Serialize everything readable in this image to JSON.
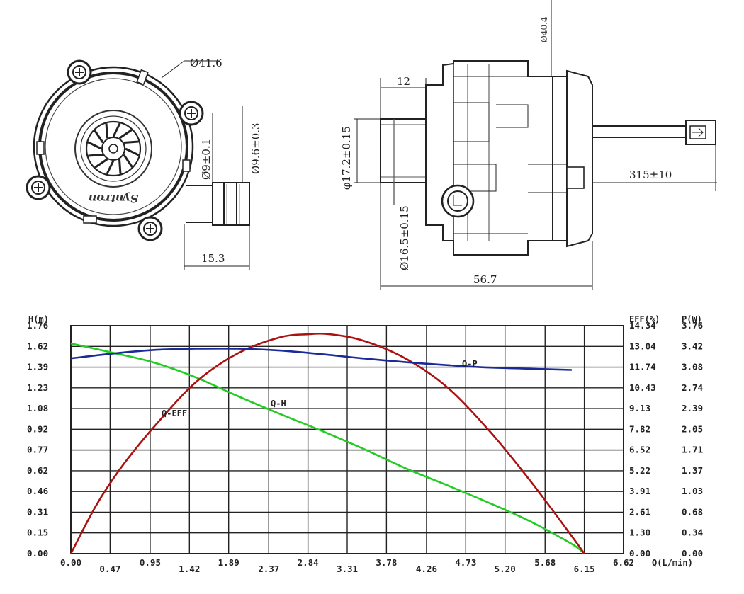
{
  "dimensions": {
    "housing_dia": "Ø41.6",
    "outlet_dia_small": "Ø9±0.1",
    "outlet_dia_large": "Ø9.6±0.3",
    "outlet_length": "15.3",
    "inlet_length": "12",
    "inlet_dia_outer": "φ17.2±0.15",
    "inlet_dia_inner": "Ø16.5±0.15",
    "total_length": "56.7",
    "cable_length": "315±10",
    "height": "Ø40.4",
    "brand_text": "Syntron"
  },
  "chart_data": {
    "type": "line",
    "xlabel": "Q(L/min)",
    "ylabel_left": "H(m)",
    "ylabel_right1": "EFF(%)",
    "ylabel_right2": "P(W)",
    "x_ticks_top_row": [
      "0.00",
      "0.95",
      "1.89",
      "2.84",
      "3.78",
      "4.73",
      "5.68",
      "6.62"
    ],
    "x_ticks_bottom_row": [
      "0.47",
      "1.42",
      "2.37",
      "3.31",
      "4.26",
      "5.20",
      "6.15"
    ],
    "xlim": [
      0,
      6.62
    ],
    "h_ticks": [
      "0.00",
      "0.15",
      "0.31",
      "0.46",
      "0.62",
      "0.77",
      "0.92",
      "1.08",
      "1.23",
      "1.39",
      "1.62",
      "1.76"
    ],
    "eff_ticks": [
      "0.00",
      "1.30",
      "2.61",
      "3.91",
      "5.22",
      "6.52",
      "7.82",
      "9.13",
      "10.43",
      "11.74",
      "13.04",
      "14.34"
    ],
    "p_ticks": [
      "0.00",
      "0.34",
      "0.68",
      "1.03",
      "1.37",
      "1.71",
      "2.05",
      "2.39",
      "2.74",
      "3.08",
      "3.42",
      "3.76"
    ],
    "ylim_h": [
      0,
      1.76
    ],
    "ylim_eff": [
      0,
      14.34
    ],
    "ylim_p": [
      0,
      3.76
    ],
    "grid": true,
    "series": [
      {
        "name": "Q-H",
        "axis": "h",
        "color": "#22cc22",
        "x": [
          0.0,
          0.5,
          1.0,
          1.5,
          2.0,
          2.5,
          3.0,
          3.5,
          4.0,
          4.5,
          5.0,
          5.5,
          6.0,
          6.15
        ],
        "y": [
          1.64,
          1.55,
          1.44,
          1.31,
          1.17,
          1.04,
          0.91,
          0.78,
          0.64,
          0.51,
          0.38,
          0.24,
          0.07,
          0.0
        ]
      },
      {
        "name": "Q-EFF",
        "axis": "eff",
        "color": "#aa1111",
        "x": [
          0.0,
          0.3,
          0.6,
          1.0,
          1.5,
          2.0,
          2.5,
          2.84,
          3.1,
          3.5,
          4.0,
          4.5,
          5.0,
          5.5,
          6.0,
          6.15
        ],
        "y": [
          0.0,
          3.0,
          5.4,
          8.0,
          10.8,
          12.6,
          13.6,
          13.8,
          13.8,
          13.4,
          12.3,
          10.5,
          7.8,
          4.6,
          1.1,
          0.0
        ]
      },
      {
        "name": "Q-P",
        "axis": "p",
        "color": "#1a2a99",
        "x": [
          0.0,
          0.5,
          1.0,
          1.5,
          2.0,
          2.5,
          3.0,
          3.5,
          4.0,
          4.5,
          5.0,
          5.5,
          6.0
        ],
        "y": [
          3.22,
          3.3,
          3.36,
          3.38,
          3.38,
          3.35,
          3.29,
          3.22,
          3.16,
          3.11,
          3.07,
          3.05,
          3.03
        ]
      }
    ],
    "series_labels": {
      "Q-P": "Q-P",
      "Q-H": "Q-H",
      "Q-EFF": "Q-EFF"
    }
  }
}
